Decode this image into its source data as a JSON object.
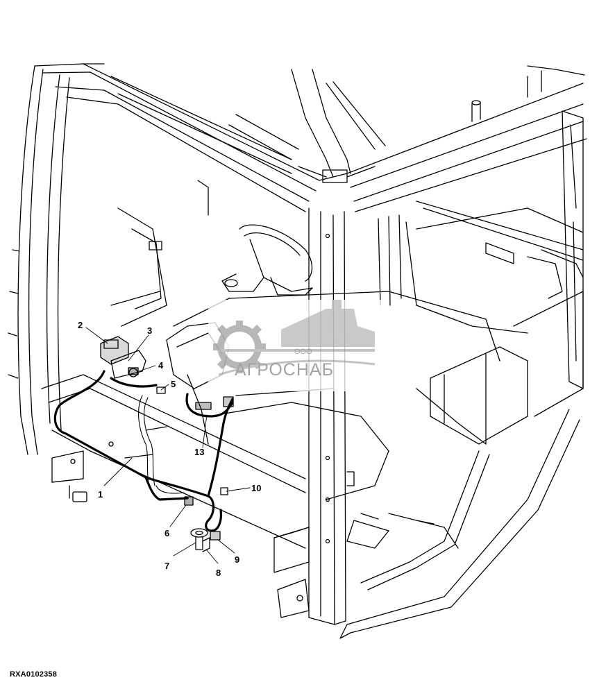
{
  "diagram": {
    "reference_code": "RXA0102358",
    "callouts": [
      "1",
      "2",
      "3",
      "4",
      "5",
      "6",
      "7",
      "8",
      "9",
      "10",
      "13"
    ],
    "watermark": {
      "prefix": "ООО",
      "name": "АГРОСНАБ"
    }
  },
  "colors": {
    "line": "#000000",
    "watermark": "#9a9a9a",
    "background": "#ffffff"
  }
}
